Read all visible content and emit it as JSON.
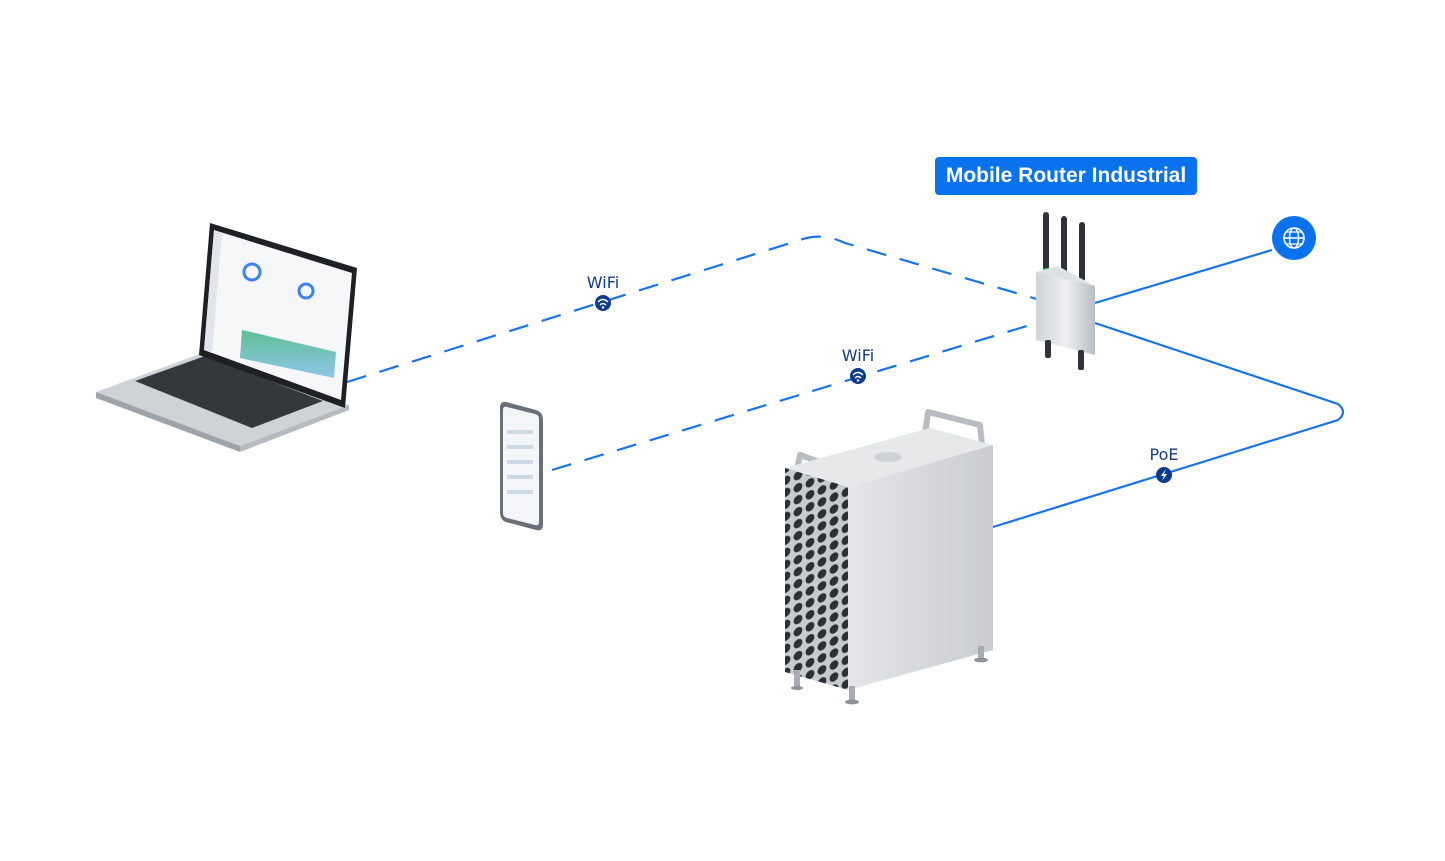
{
  "product_label": "Mobile Router Industrial",
  "links": {
    "laptop_wifi": "WiFi",
    "phone_wifi": "WiFi",
    "server_poe": "PoE"
  },
  "icons": {
    "wifi": "wifi-icon",
    "poe": "lightning-icon",
    "internet": "globe-icon"
  },
  "colors": {
    "link_line": "#1a73e8",
    "badge_dark": "#0d3b8c",
    "label_bg": "#0a72ef"
  }
}
